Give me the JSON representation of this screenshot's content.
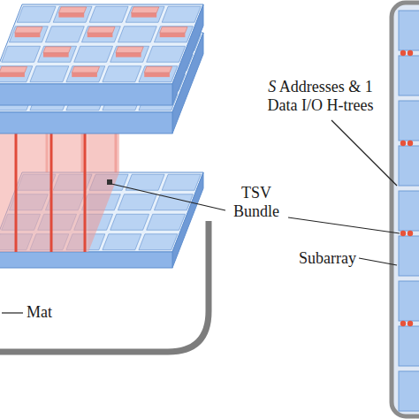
{
  "diagram": {
    "labels": [
      "S Addresses & 1 Data I/O H-trees",
      "TSV Bundle",
      "Subarray",
      "Mat"
    ]
  }
}
